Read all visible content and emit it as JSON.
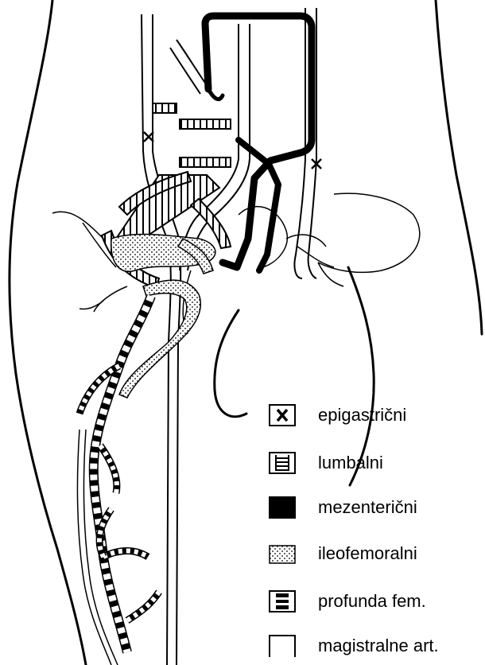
{
  "legend": [
    {
      "key": "epigastric",
      "label": "epigastrični",
      "swatch": "x-box-icon"
    },
    {
      "key": "lumbar",
      "label": "lumbalni",
      "swatch": "ladder-box-icon"
    },
    {
      "key": "mesenteric",
      "label": "mezenterični",
      "swatch": "solid-black-box-icon"
    },
    {
      "key": "iliofemoral",
      "label": "ileofemoralni",
      "swatch": "dotted-box-icon"
    },
    {
      "key": "profunda",
      "label": "profunda fem.",
      "swatch": "banded-box-icon"
    },
    {
      "key": "main",
      "label": "magistralne art.",
      "swatch": "empty-box-icon"
    }
  ],
  "colors": {
    "ink": "#000000",
    "paper": "#ffffff"
  }
}
